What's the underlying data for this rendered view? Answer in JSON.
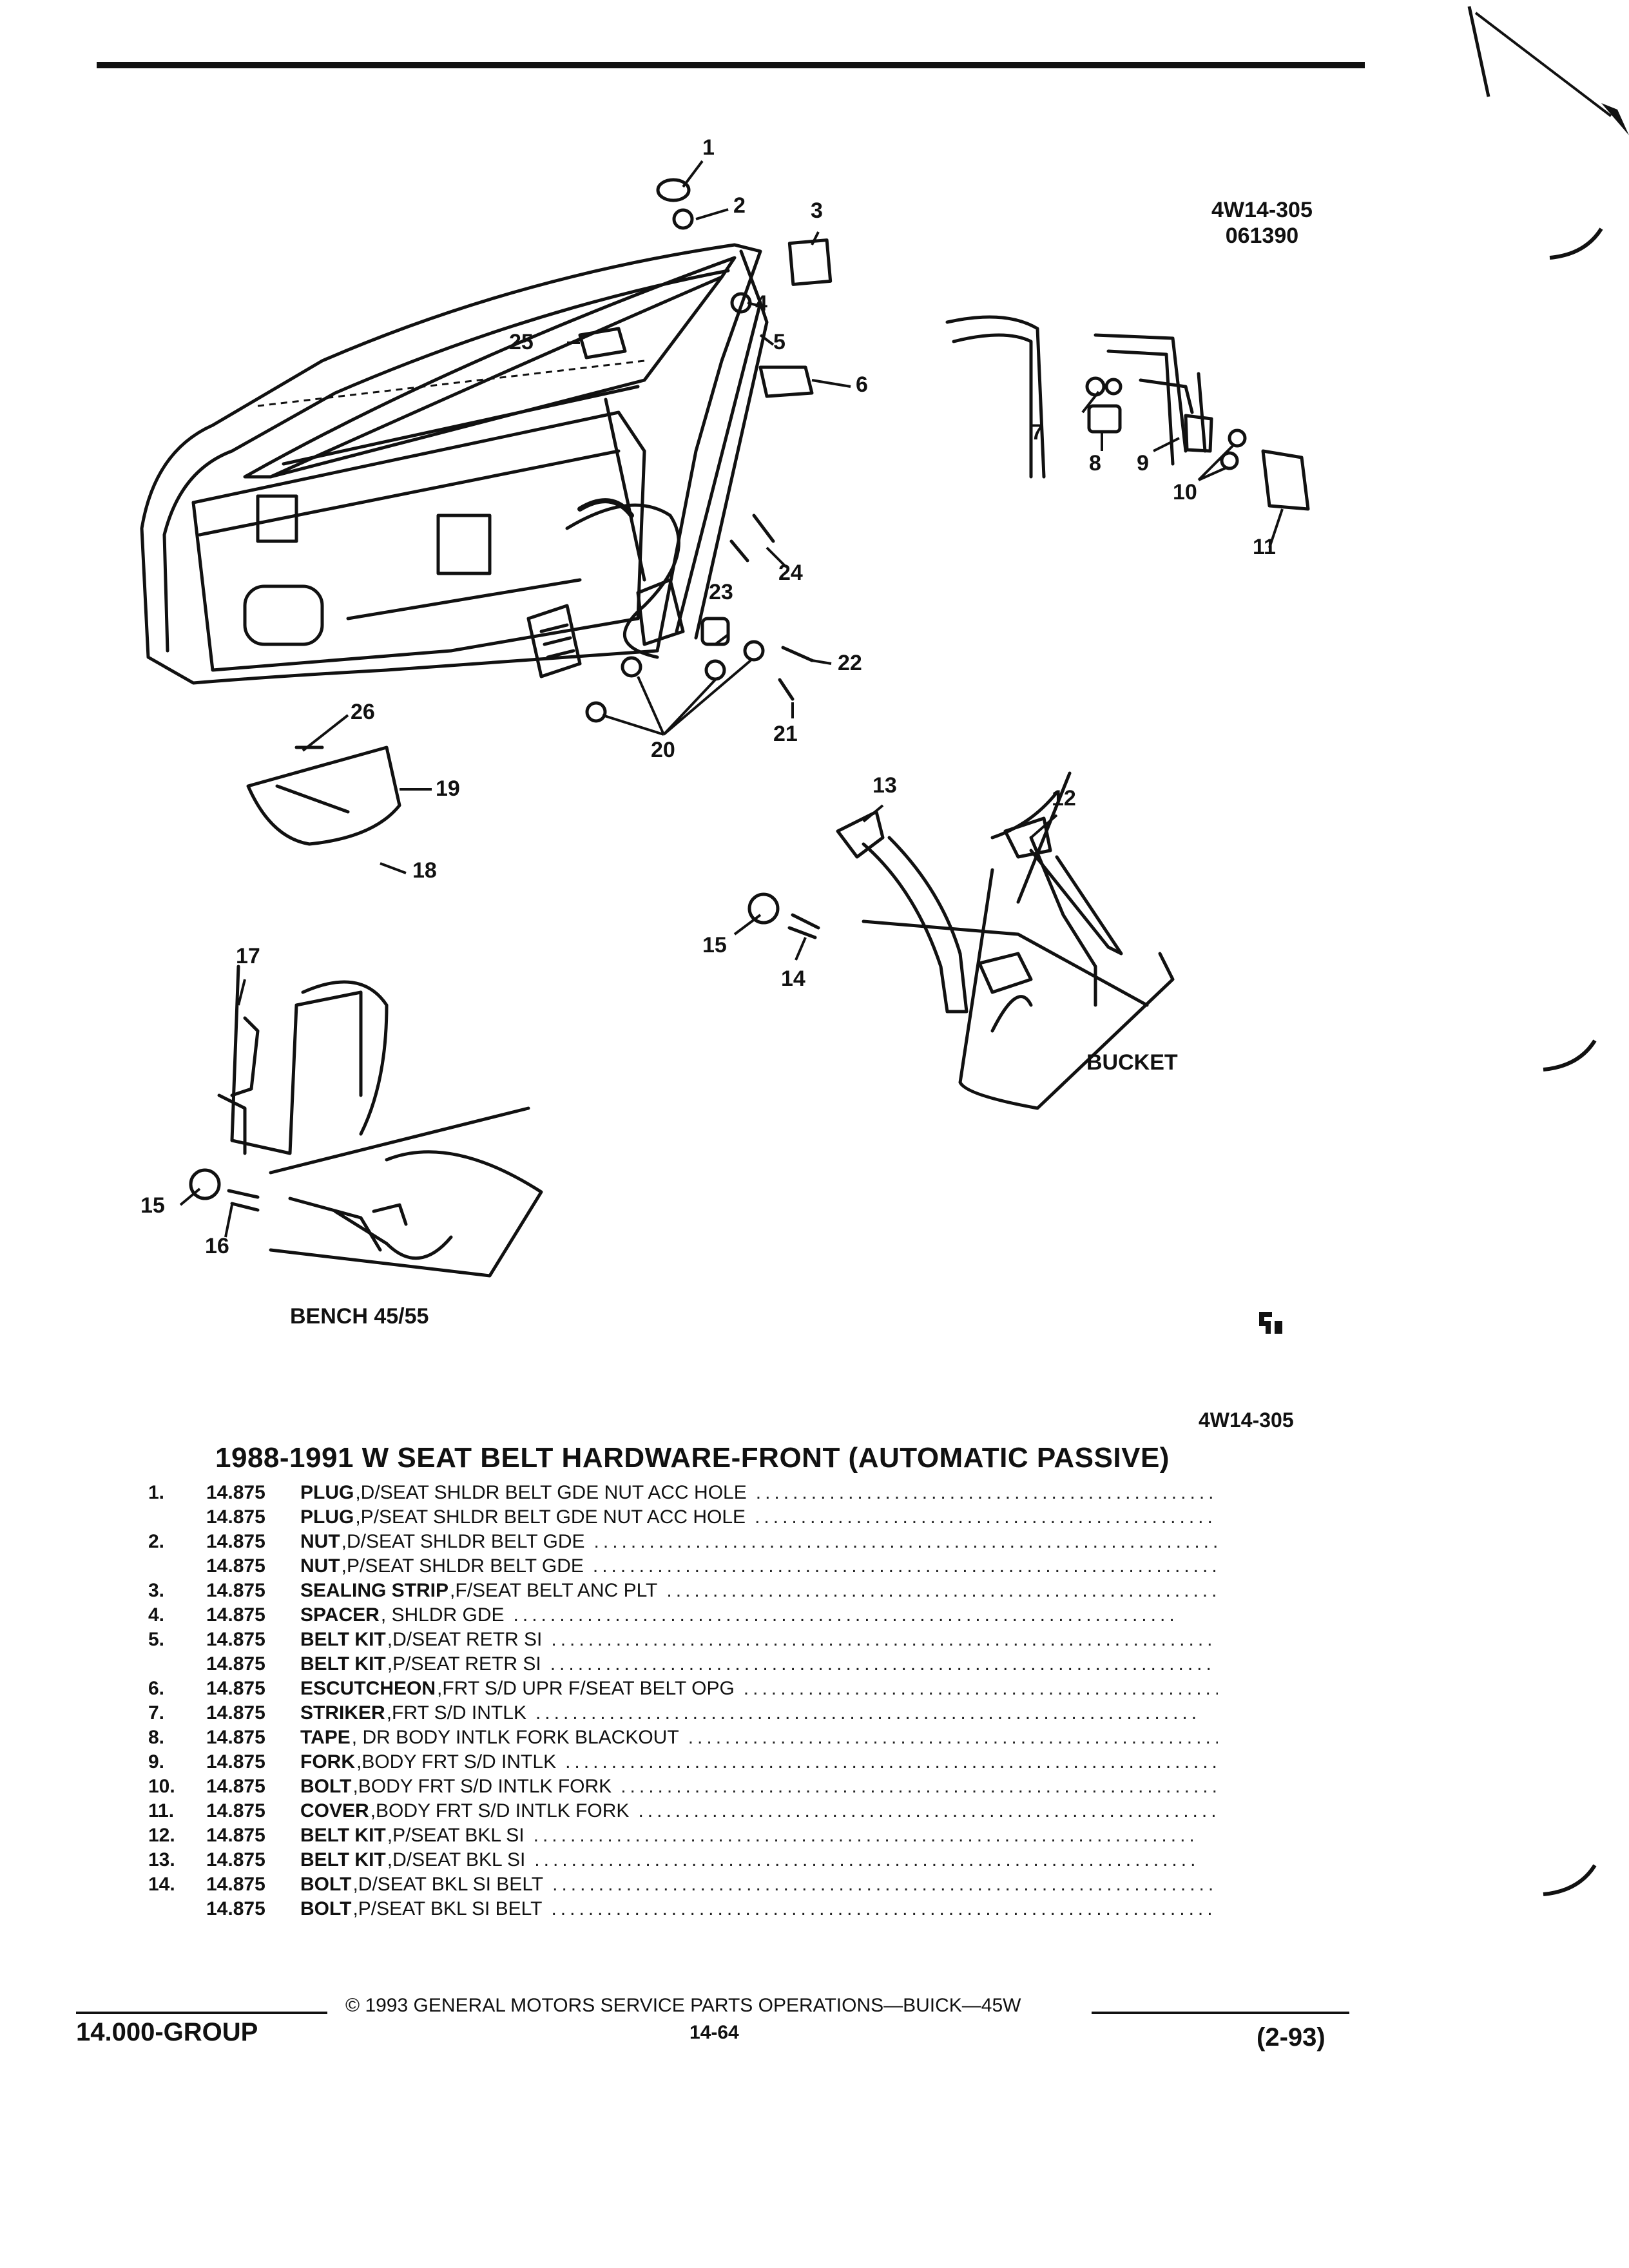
{
  "header": {
    "code_line1": "4W14-305",
    "code_line2": "061390"
  },
  "callouts": {
    "c1": "1",
    "c2": "2",
    "c3": "3",
    "c4": "4",
    "c5": "5",
    "c6": "6",
    "c7": "7",
    "c8": "8",
    "c9": "9",
    "c10": "10",
    "c11": "11",
    "c12": "12",
    "c13": "13",
    "c14": "14",
    "c15a": "15",
    "c15b": "15",
    "c16": "16",
    "c17": "17",
    "c18": "18",
    "c19": "19",
    "c20": "20",
    "c21": "21",
    "c22": "22",
    "c23": "23",
    "c24": "24",
    "c25": "25",
    "c26": "26"
  },
  "views": {
    "bucket": "BUCKET",
    "bench": "BENCH 45/55"
  },
  "figure_code": "4W14-305",
  "title": "1988-1991 W SEAT BELT HARDWARE-FRONT (AUTOMATIC PASSIVE)",
  "parts": [
    {
      "num": "1.",
      "group": "14.875",
      "name": "PLUG",
      "desc": " ,D/SEAT SHLDR BELT GDE NUT ACC HOLE"
    },
    {
      "num": "",
      "group": "14.875",
      "name": "PLUG",
      "desc": " ,P/SEAT SHLDR BELT GDE NUT ACC HOLE"
    },
    {
      "num": "2.",
      "group": "14.875",
      "name": "NUT",
      "desc": " ,D/SEAT SHLDR BELT GDE"
    },
    {
      "num": "",
      "group": "14.875",
      "name": "NUT",
      "desc": " ,P/SEAT SHLDR BELT GDE"
    },
    {
      "num": "3.",
      "group": "14.875",
      "name": "SEALING STRIP",
      "desc": " ,F/SEAT BELT ANC PLT"
    },
    {
      "num": "4.",
      "group": "14.875",
      "name": "SPACER",
      "desc": " , SHLDR GDE"
    },
    {
      "num": "5.",
      "group": "14.875",
      "name": "BELT KIT",
      "desc": " ,D/SEAT RETR SI"
    },
    {
      "num": "",
      "group": "14.875",
      "name": "BELT KIT",
      "desc": " ,P/SEAT RETR SI"
    },
    {
      "num": "6.",
      "group": "14.875",
      "name": "ESCUTCHEON",
      "desc": " ,FRT S/D UPR F/SEAT BELT OPG"
    },
    {
      "num": "7.",
      "group": "14.875",
      "name": "STRIKER",
      "desc": " ,FRT S/D INTLK"
    },
    {
      "num": "8.",
      "group": "14.875",
      "name": "TAPE",
      "desc": " , DR BODY INTLK FORK BLACKOUT"
    },
    {
      "num": "9.",
      "group": "14.875",
      "name": "FORK",
      "desc": " ,BODY FRT S/D INTLK"
    },
    {
      "num": "10.",
      "group": "14.875",
      "name": "BOLT",
      "desc": " ,BODY FRT S/D INTLK FORK"
    },
    {
      "num": "11.",
      "group": "14.875",
      "name": "COVER",
      "desc": " ,BODY FRT S/D INTLK FORK"
    },
    {
      "num": "12.",
      "group": "14.875",
      "name": "BELT KIT",
      "desc": " ,P/SEAT BKL SI"
    },
    {
      "num": "13.",
      "group": "14.875",
      "name": "BELT KIT",
      "desc": " ,D/SEAT BKL SI"
    },
    {
      "num": "14.",
      "group": "14.875",
      "name": "BOLT",
      "desc": " ,D/SEAT BKL SI BELT"
    },
    {
      "num": "",
      "group": "14.875",
      "name": "BOLT",
      "desc": " ,P/SEAT BKL SI BELT"
    }
  ],
  "footer": {
    "copyright": "© 1993 GENERAL MOTORS SERVICE PARTS OPERATIONS—BUICK—45W",
    "group": "14.000-GROUP",
    "page": "14-64",
    "date": "(2-93)"
  }
}
